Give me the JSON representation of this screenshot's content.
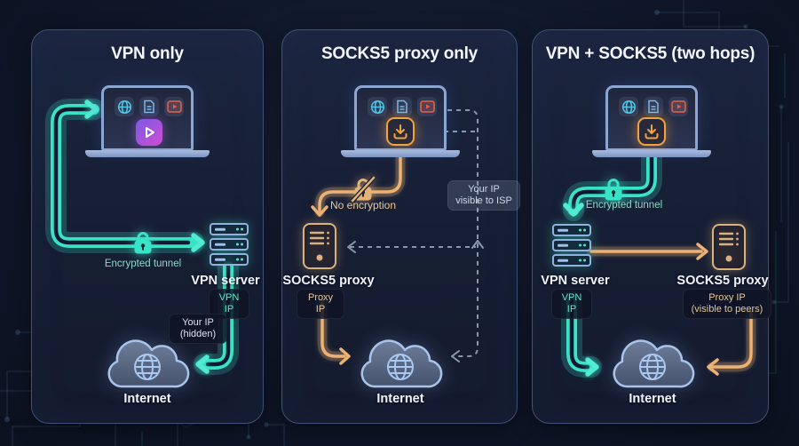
{
  "colors": {
    "background": "#0e1628",
    "panel_background": "#18213a",
    "panel_border": "#40507a",
    "teal_accent": "#38e3c7",
    "orange_accent": "#ecb274",
    "dashed_gray": "#8b97ad",
    "laptop_frame": "#8ba6d2",
    "vpn_server_stroke": "#8fb3e0",
    "proxy_server_stroke": "#d9b27e",
    "cloud_stroke": "#a9c3ea",
    "download_icon": "#f2a23e",
    "title_text": "#f3f6fb",
    "badge_teal_text": "#5fe6cd",
    "badge_tan_text": "#e9c795",
    "badge_light_text": "#dbe3f2"
  },
  "icons": {
    "apps": [
      "globe",
      "document",
      "video"
    ],
    "play": "play-button",
    "download": "download-tray",
    "encrypted": "padlock",
    "no_encryption": "padlock-slashed",
    "internet": "cloud-with-globe",
    "vpn_server": "server-rack",
    "proxy_server": "server-tower"
  },
  "panels": [
    {
      "title": "VPN only",
      "tunnel_label": "Encrypted tunnel",
      "server_label": "VPN server",
      "server_badge": "VPN IP",
      "ip_badge": {
        "line1": "Your IP",
        "line2": "(hidden)"
      },
      "internet_label": "Internet"
    },
    {
      "title": "SOCKS5 proxy only",
      "encryption_label": "No encryption",
      "isp_badge": {
        "line1": "Your IP",
        "line2": "visible to ISP"
      },
      "server_label": "SOCKS5 proxy",
      "server_badge": "Proxy IP",
      "internet_label": "Internet"
    },
    {
      "title": "VPN + SOCKS5 (two hops)",
      "tunnel_label": "Encrypted tunnel",
      "vpn_server_label": "VPN server",
      "vpn_badge": "VPN IP",
      "proxy_server_label": "SOCKS5 proxy",
      "proxy_badge": {
        "line1": "Proxy IP",
        "line2": "(visible to peers)"
      },
      "internet_label": "Internet"
    }
  ]
}
